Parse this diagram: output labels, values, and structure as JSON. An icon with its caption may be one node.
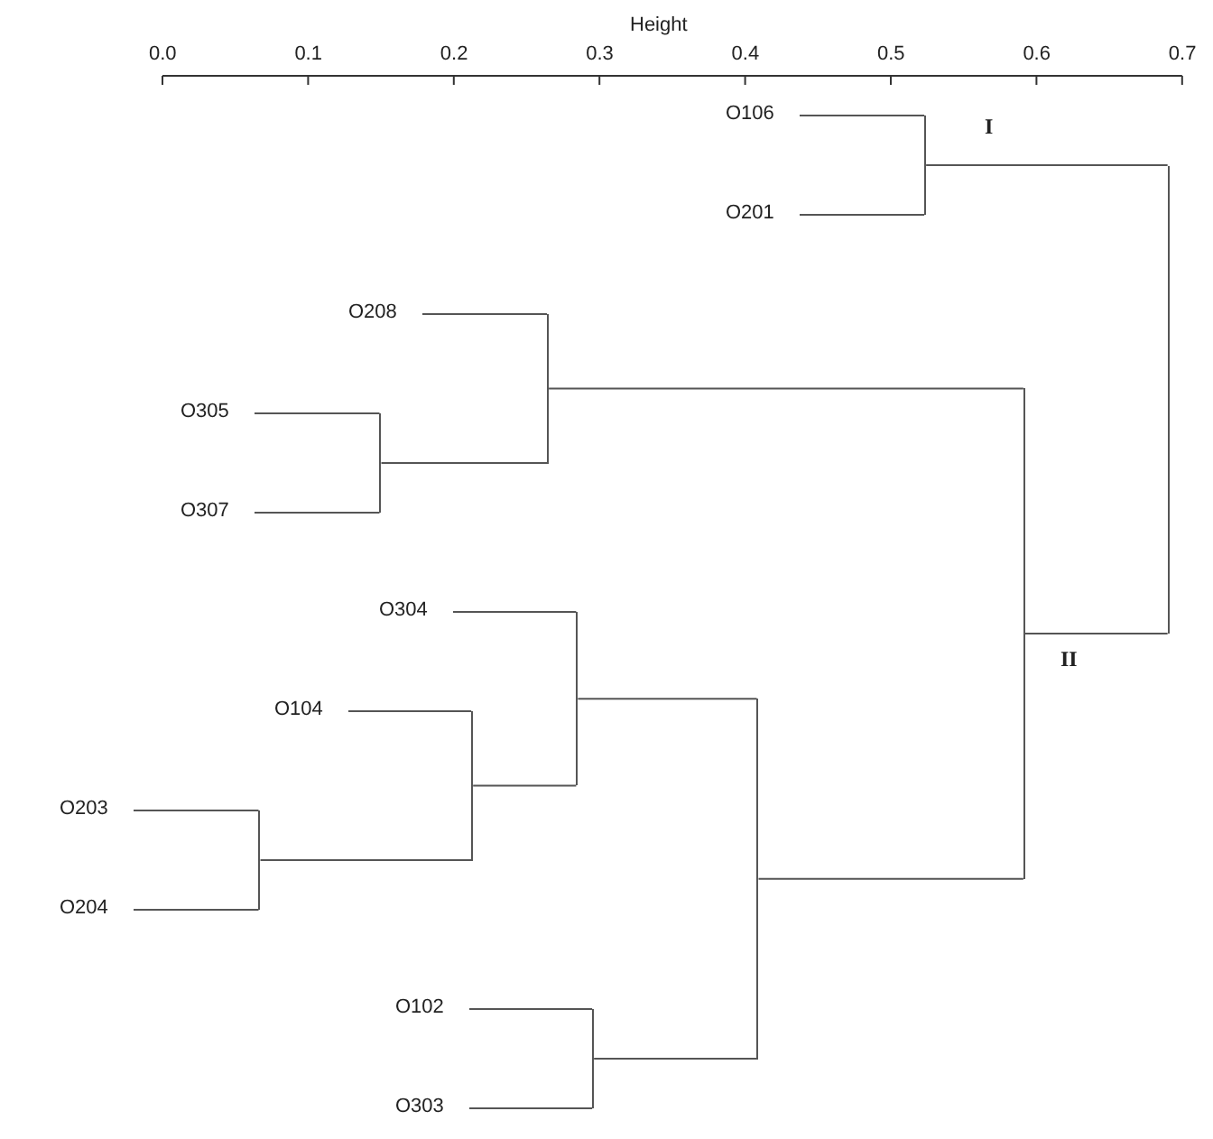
{
  "diagram": {
    "nodes": [
      {
        "text": [
          "O106"
        ]
      },
      {
        "text": [
          "O201"
        ]
      },
      {
        "text": [
          "O208"
        ]
      },
      {
        "text": [
          "O305"
        ]
      },
      {
        "text": [
          "O307"
        ]
      },
      {
        "text": [
          "O304"
        ]
      },
      {
        "text": [
          "O104"
        ]
      },
      {
        "text": [
          "O203"
        ]
      },
      {
        "text": [
          "O204"
        ]
      },
      {
        "text": [
          "O102"
        ]
      },
      {
        "text": [
          "O303"
        ]
      },
      {
        "text": [],
        "shape": "bar"
      },
      {
        "text": [],
        "shape": "bar"
      },
      {
        "text": [],
        "shape": "bar"
      },
      {
        "text": [],
        "shape": "bar"
      },
      {
        "text": [],
        "shape": "bar"
      },
      {
        "text": [],
        "shape": "bar"
      },
      {
        "text": [],
        "shape": "bar"
      },
      {
        "text": [],
        "shape": "bar"
      },
      {
        "text": [],
        "shape": "bar"
      },
      {
        "text": [],
        "shape": "bar"
      }
    ],
    "edges": [
      {
        "from": 0,
        "to": 11,
        "arrow": "none"
      },
      {
        "from": 1,
        "to": 11,
        "arrow": "none"
      },
      {
        "from": 3,
        "to": 12,
        "arrow": "none"
      },
      {
        "from": 4,
        "to": 12,
        "arrow": "none"
      },
      {
        "from": 2,
        "to": 13,
        "arrow": "none"
      },
      {
        "from": 12,
        "to": 13,
        "arrow": "none"
      },
      {
        "from": 7,
        "to": 14,
        "arrow": "none"
      },
      {
        "from": 8,
        "to": 14,
        "arrow": "none"
      },
      {
        "from": 6,
        "to": 15,
        "arrow": "none"
      },
      {
        "from": 14,
        "to": 15,
        "arrow": "none"
      },
      {
        "from": 5,
        "to": 16,
        "arrow": "none"
      },
      {
        "from": 15,
        "to": 16,
        "arrow": "none"
      },
      {
        "from": 9,
        "to": 17,
        "arrow": "none"
      },
      {
        "from": 10,
        "to": 17,
        "arrow": "none"
      },
      {
        "from": 16,
        "to": 18,
        "arrow": "none"
      },
      {
        "from": 17,
        "to": 18,
        "arrow": "none"
      },
      {
        "from": 13,
        "to": 19,
        "arrow": "none"
      },
      {
        "from": 18,
        "to": 19,
        "arrow": "none"
      },
      {
        "from": 11,
        "to": 20,
        "arrow": "none"
      },
      {
        "from": 19,
        "to": 20,
        "arrow": "none"
      }
    ],
    "labels": [
      "Height",
      "0.0",
      "0.1",
      "0.2",
      "0.3",
      "0.4",
      "0.5",
      "0.6",
      "0.7",
      "I",
      "II"
    ]
  }
}
